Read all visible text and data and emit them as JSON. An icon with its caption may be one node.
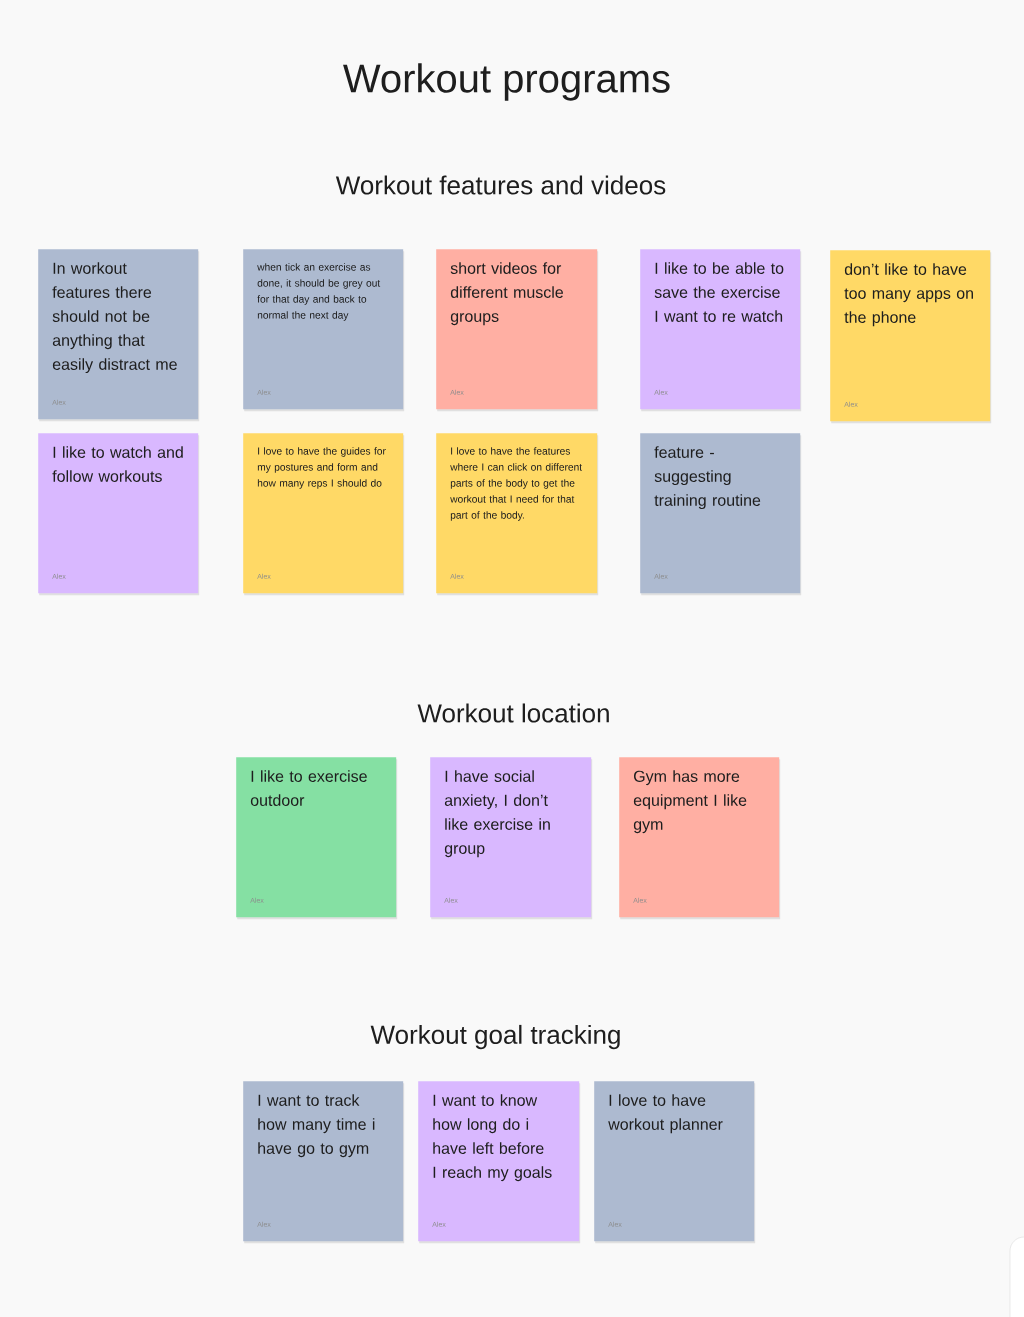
{
  "diagram": {
    "title": "Workout programs",
    "nodes": [
      {
        "text": [
          "In workout features there should not be anything that easily distract me",
          "Alex"
        ]
      },
      {
        "text": [
          "when tick an exercise as done, it should be grey out for that day and back to normal the next day",
          "Alex"
        ]
      },
      {
        "text": [
          "short videos for different muscle groups",
          "Alex"
        ]
      },
      {
        "text": [
          "I like to be able to save the exercise I want to re watch",
          "Alex"
        ]
      },
      {
        "text": [
          "don’t like to have too many apps on the phone",
          "Alex"
        ]
      },
      {
        "text": [
          "I like to watch and follow workouts",
          "Alex"
        ]
      },
      {
        "text": [
          "I love to have the guides for my postures and form and how many reps I should do",
          "Alex"
        ]
      },
      {
        "text": [
          "I love to have the features where I can click on different parts of the body to get the workout that I need for that part of the body.",
          "Alex"
        ]
      },
      {
        "text": [
          "feature - suggesting training routine",
          "Alex"
        ]
      },
      {
        "text": [
          "I like to exercise outdoor",
          "Alex"
        ]
      },
      {
        "text": [
          "I have social anxiety, I don’t like exercise in group",
          "Alex"
        ]
      },
      {
        "text": [
          "Gym has more equipment I like gym",
          "Alex"
        ]
      },
      {
        "text": [
          "I want to track how many time i have go to gym",
          "Alex"
        ]
      },
      {
        "text": [
          "I want to know how long do i have left before I reach my goals",
          "Alex"
        ]
      },
      {
        "text": [
          "I love to have workout planner",
          "Alex"
        ]
      }
    ],
    "labels": [
      "Workout features and videos",
      "Workout location",
      "Workout goal tracking"
    ]
  }
}
